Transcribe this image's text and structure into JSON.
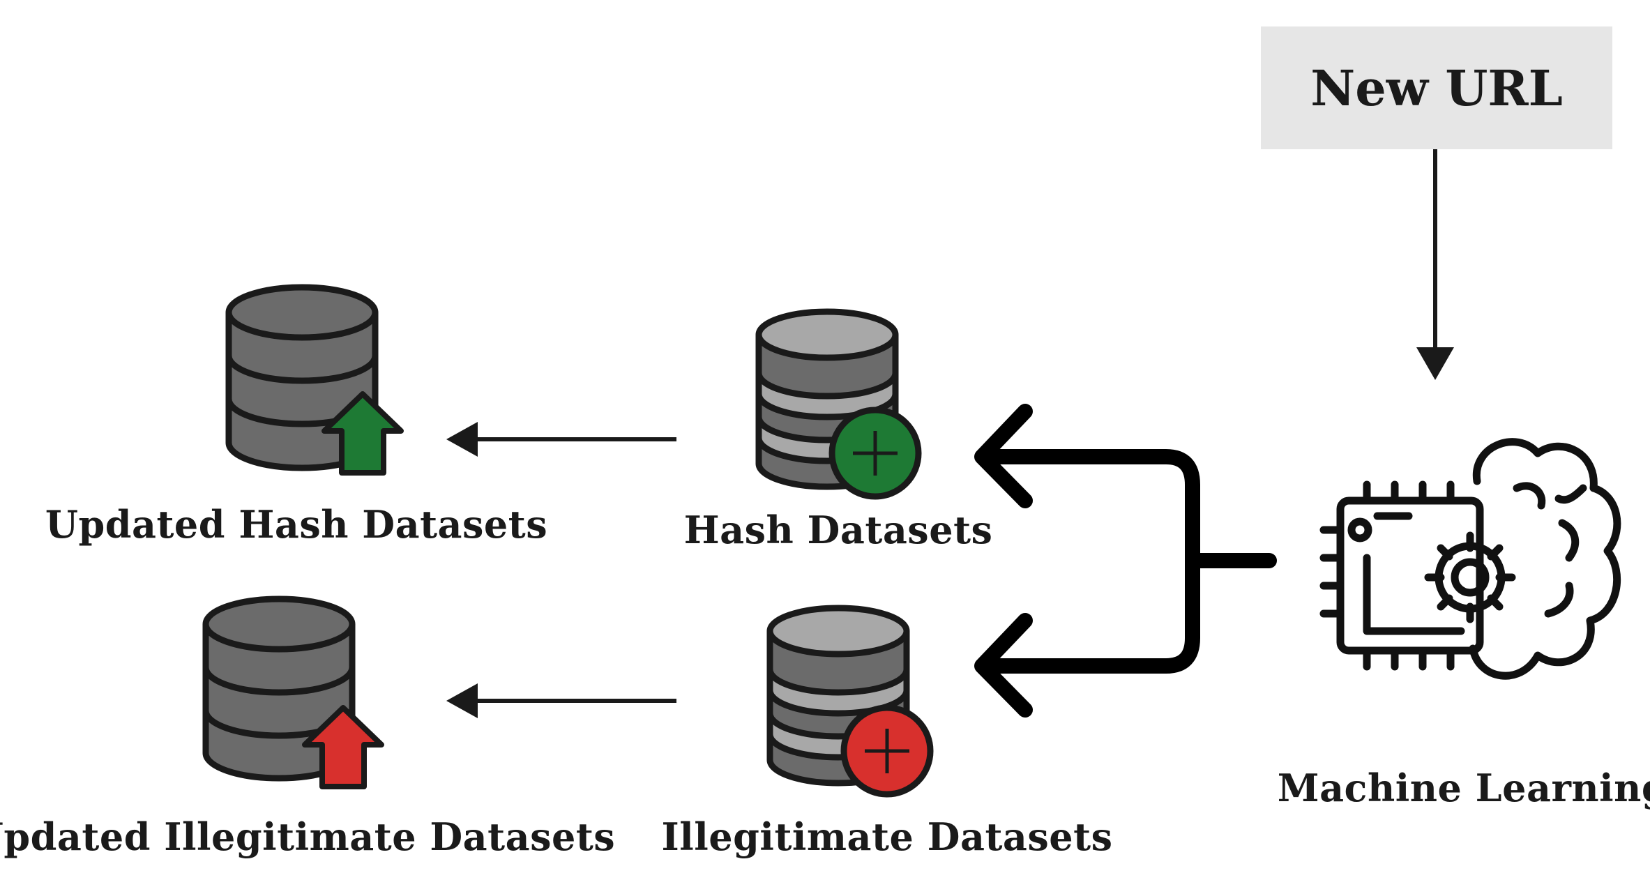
{
  "new_url": {
    "label": "New URL"
  },
  "machine_learning": {
    "label": "Machine Learning"
  },
  "hash_datasets": {
    "label": "Hash Datasets"
  },
  "illegitimate_datasets": {
    "label": "Illegitimate Datasets"
  },
  "updated_hash_datasets": {
    "label": "Updated Hash Datasets"
  },
  "updated_illegitimate_datasets": {
    "label": "Updated Illegitimate Datasets"
  },
  "colors": {
    "db_dark": "#6b6b6b",
    "db_light": "#a8a8a8",
    "db_mid": "#888888",
    "green": "#1e7a34",
    "red": "#d8302d",
    "url_box": "#e6e6e6",
    "stroke": "#1a1a1a"
  }
}
